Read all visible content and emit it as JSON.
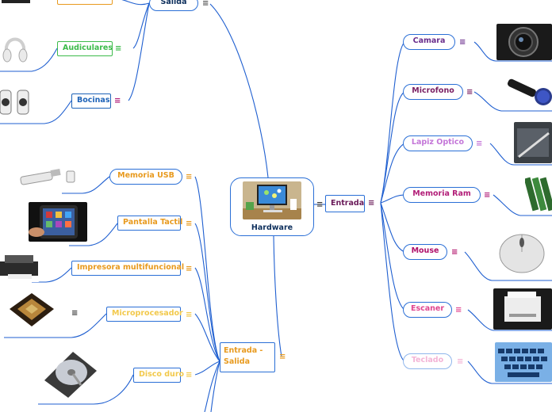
{
  "center": {
    "label": "Hardware"
  },
  "salida": {
    "label": "Salida",
    "children": [
      {
        "label": "Audiculares",
        "color": "#3dbb4b"
      },
      {
        "label": "Bocinas",
        "color": "#1e63b8"
      }
    ]
  },
  "entrada": {
    "label": "Entrada",
    "children": [
      {
        "label": "Camara",
        "color": "#6a2e8c"
      },
      {
        "label": "Microfono",
        "color": "#7a1f62"
      },
      {
        "label": "Lapiz Optico",
        "color": "#c476d8"
      },
      {
        "label": "Memoria Ram",
        "color": "#b21e78"
      },
      {
        "label": "Mouse",
        "color": "#b0106a"
      },
      {
        "label": "Escaner",
        "color": "#e0458f"
      },
      {
        "label": "Teclado",
        "color": "#f3b4d6"
      }
    ]
  },
  "entrada_salida": {
    "label": "Entrada - Salida",
    "line1": "Entrada -",
    "line2": "Salida",
    "children": [
      {
        "label": "Memoria USB",
        "color": "#e89a1e"
      },
      {
        "label": "Pantalla Tactil",
        "color": "#e89a1e"
      },
      {
        "label": "Impresora multifuncional",
        "color": "#e89a1e"
      },
      {
        "label": "Microprocesador",
        "color": "#f2c94c"
      },
      {
        "label": "Disco duro",
        "color": "#f2c94c"
      }
    ]
  },
  "menu_glyph": "≡",
  "colors": {
    "branch_line": "#1f5fd0",
    "entrada_label": "#6a1b5a",
    "es_label": "#e89a1e",
    "center_label": "#0d2f5c"
  }
}
